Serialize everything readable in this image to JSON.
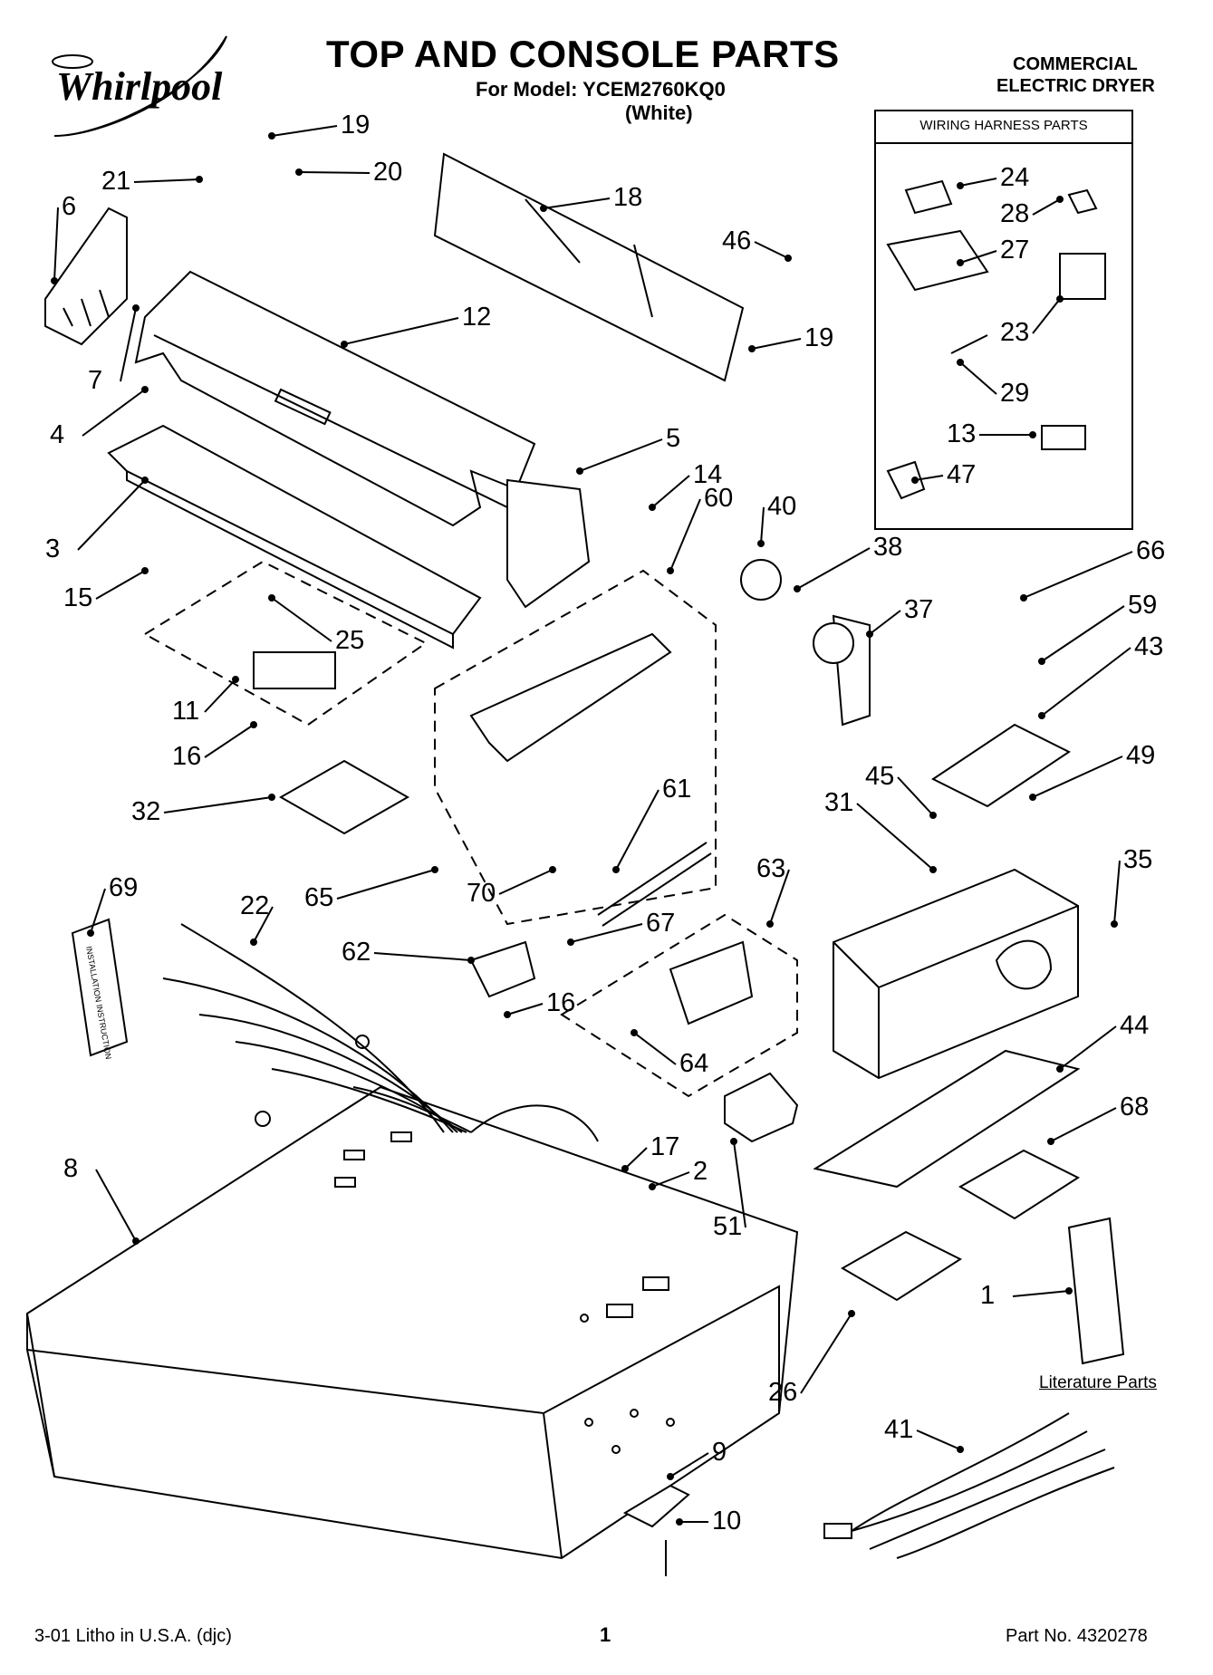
{
  "header": {
    "brand": "Whirlpool",
    "title": "TOP AND CONSOLE PARTS",
    "model": "For Model: YCEM2760KQ0",
    "color": "(White)",
    "product_type_line1": "COMMERCIAL",
    "product_type_line2": "ELECTRIC DRYER"
  },
  "inset": {
    "title": "WIRING HARNESS PARTS"
  },
  "literature_label": "Literature Parts",
  "booklet_text": "INSTALLATION INSTRUCTION",
  "footer": {
    "left": "3-01 Litho in U.S.A. (djc)",
    "center": "1",
    "right": "Part No. 4320278"
  },
  "callouts": [
    {
      "id": "c19a",
      "label": "19"
    },
    {
      "id": "c21",
      "label": "21"
    },
    {
      "id": "c20",
      "label": "20"
    },
    {
      "id": "c6",
      "label": "6"
    },
    {
      "id": "c18",
      "label": "18"
    },
    {
      "id": "c46",
      "label": "46"
    },
    {
      "id": "c12",
      "label": "12"
    },
    {
      "id": "c19b",
      "label": "19"
    },
    {
      "id": "c7",
      "label": "7"
    },
    {
      "id": "c4",
      "label": "4"
    },
    {
      "id": "c5",
      "label": "5"
    },
    {
      "id": "c14",
      "label": "14"
    },
    {
      "id": "c60",
      "label": "60"
    },
    {
      "id": "c40",
      "label": "40"
    },
    {
      "id": "c3",
      "label": "3"
    },
    {
      "id": "c15",
      "label": "15"
    },
    {
      "id": "c25",
      "label": "25"
    },
    {
      "id": "c38",
      "label": "38"
    },
    {
      "id": "c37",
      "label": "37"
    },
    {
      "id": "c66",
      "label": "66"
    },
    {
      "id": "c59",
      "label": "59"
    },
    {
      "id": "c43",
      "label": "43"
    },
    {
      "id": "c11",
      "label": "11"
    },
    {
      "id": "c16a",
      "label": "16"
    },
    {
      "id": "c32",
      "label": "32"
    },
    {
      "id": "c61",
      "label": "61"
    },
    {
      "id": "c45",
      "label": "45"
    },
    {
      "id": "c31",
      "label": "31"
    },
    {
      "id": "c49",
      "label": "49"
    },
    {
      "id": "c35",
      "label": "35"
    },
    {
      "id": "c69",
      "label": "69"
    },
    {
      "id": "c22",
      "label": "22"
    },
    {
      "id": "c65",
      "label": "65"
    },
    {
      "id": "c70",
      "label": "70"
    },
    {
      "id": "c63",
      "label": "63"
    },
    {
      "id": "c62",
      "label": "62"
    },
    {
      "id": "c67",
      "label": "67"
    },
    {
      "id": "c16b",
      "label": "16"
    },
    {
      "id": "c64",
      "label": "64"
    },
    {
      "id": "c44",
      "label": "44"
    },
    {
      "id": "c68",
      "label": "68"
    },
    {
      "id": "c8",
      "label": "8"
    },
    {
      "id": "c17",
      "label": "17"
    },
    {
      "id": "c2",
      "label": "2"
    },
    {
      "id": "c51",
      "label": "51"
    },
    {
      "id": "c1",
      "label": "1"
    },
    {
      "id": "c26",
      "label": "26"
    },
    {
      "id": "c41",
      "label": "41"
    },
    {
      "id": "c9",
      "label": "9"
    },
    {
      "id": "c10",
      "label": "10"
    },
    {
      "id": "c24",
      "label": "24"
    },
    {
      "id": "c28",
      "label": "28"
    },
    {
      "id": "c27",
      "label": "27"
    },
    {
      "id": "c23",
      "label": "23"
    },
    {
      "id": "c29",
      "label": "29"
    },
    {
      "id": "c13",
      "label": "13"
    },
    {
      "id": "c47",
      "label": "47"
    }
  ]
}
